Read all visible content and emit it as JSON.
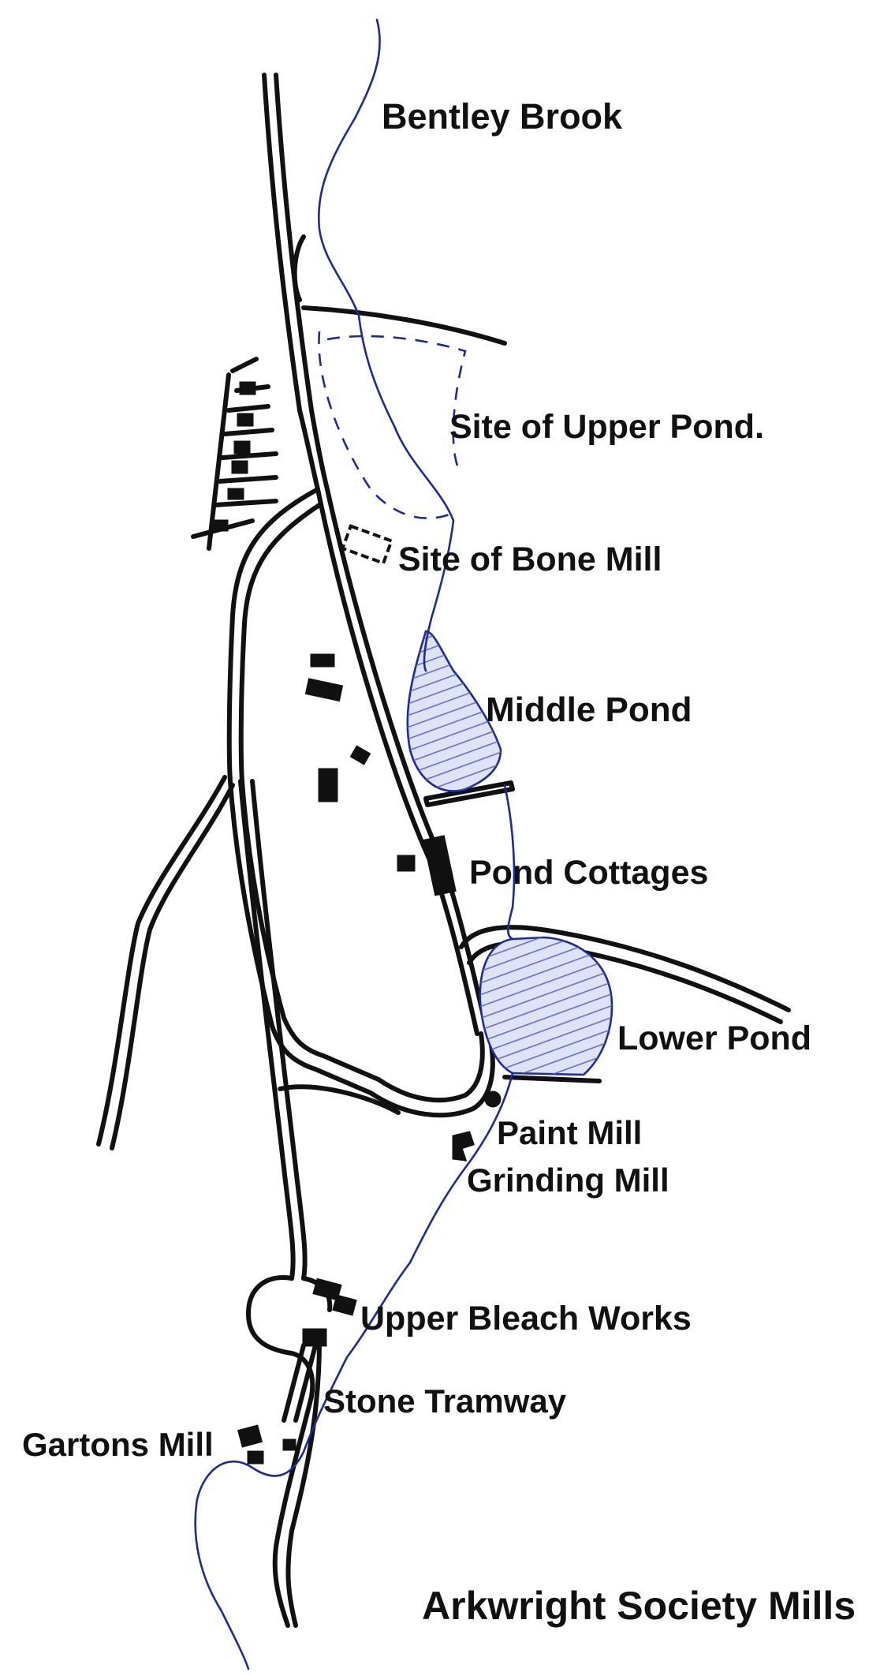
{
  "map": {
    "title": "Arkwright Society Mills",
    "labels": {
      "bentley_brook": "Bentley Brook",
      "upper_pond": "Site of Upper Pond.",
      "bone_mill": "Site of Bone Mill",
      "middle_pond": "Middle Pond",
      "pond_cottages": "Pond Cottages",
      "lower_pond": "Lower Pond",
      "paint_mill": "Paint Mill",
      "grinding_mill": "Grinding Mill",
      "upper_bleach_works": "Upper Bleach Works",
      "stone_tramway": "Stone Tramway",
      "gartons_mill": "Gartons Mill"
    },
    "colors": {
      "ink": "#111111",
      "brook": "#1c2a9e",
      "pond_hatch": "#5a67c4",
      "background": "#ffffff"
    }
  }
}
